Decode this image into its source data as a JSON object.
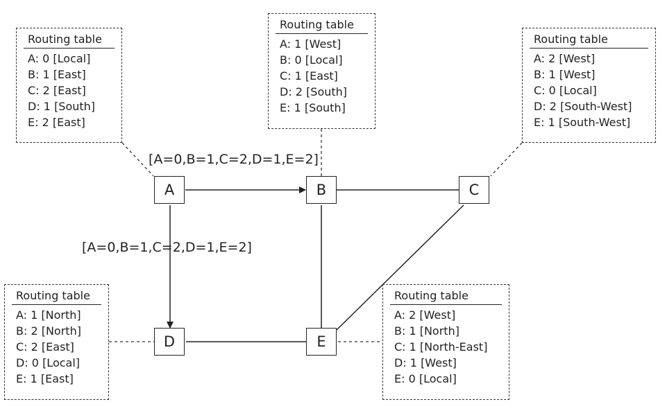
{
  "nodes": {
    "A": "A",
    "B": "B",
    "C": "C",
    "D": "D",
    "E": "E"
  },
  "messages": {
    "a_to_b": "[A=0,B=1,C=2,D=1,E=2]",
    "a_to_d": "[A=0,B=1,C=2,D=1,E=2]"
  },
  "routing_tables": {
    "A": {
      "title": "Routing table",
      "rows": [
        "A: 0 [Local]",
        "B: 1 [East]",
        "C: 2 [East]",
        "D: 1 [South]",
        "E: 2 [East]"
      ]
    },
    "B": {
      "title": "Routing table",
      "rows": [
        "A: 1 [West]",
        "B: 0 [Local]",
        "C: 1 [East]",
        "D: 2 [South]",
        "E: 1 [South]"
      ]
    },
    "C": {
      "title": "Routing table",
      "rows": [
        "A: 2 [West]",
        "B: 1 [West]",
        "C: 0 [Local]",
        "D: 2 [South-West]",
        "E: 1 [South-West]"
      ]
    },
    "D": {
      "title": "Routing table",
      "rows": [
        "A: 1 [North]",
        "B: 2 [North]",
        "C: 2 [East]",
        "D: 0 [Local]",
        "E: 1 [East]"
      ]
    },
    "E": {
      "title": "Routing table",
      "rows": [
        "A: 2 [West]",
        "B: 1 [North]",
        "C: 1 [North-East]",
        "D: 1 [West]",
        "E: 0 [Local]"
      ]
    }
  }
}
